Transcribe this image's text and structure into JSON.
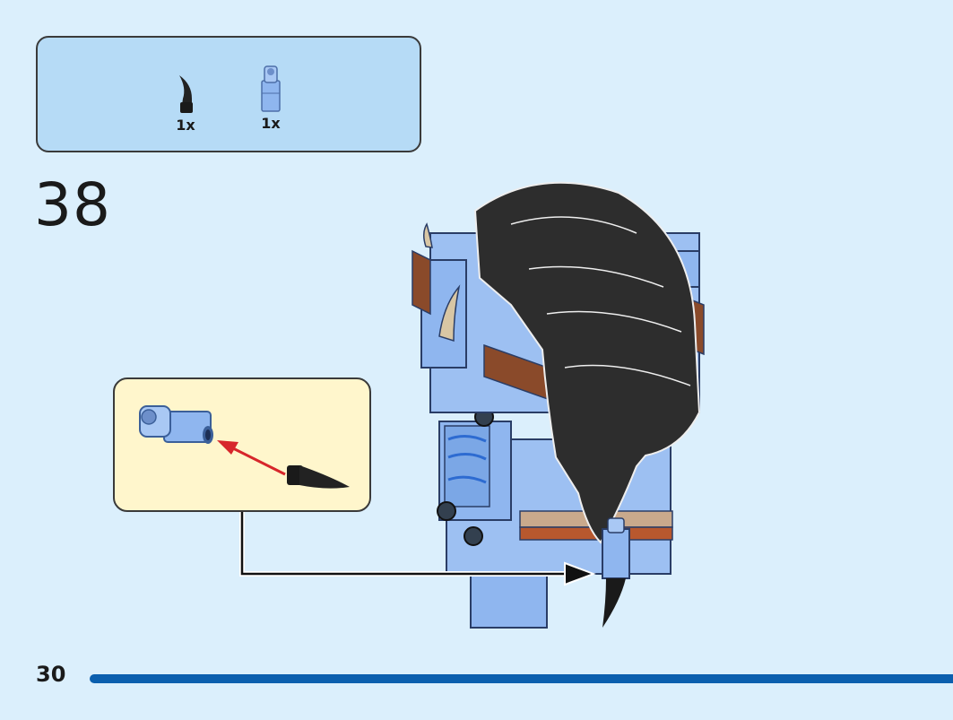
{
  "parts_list": {
    "items": [
      {
        "icon": "black-tail-tip-icon",
        "quantity": "1x"
      },
      {
        "icon": "blue-clip-connector-icon",
        "quantity": "1x"
      }
    ]
  },
  "step": {
    "number": "38"
  },
  "page": {
    "number": "30"
  },
  "colors": {
    "page_background": "#dbeffc",
    "parts_box": "#b6dbf6",
    "callout": "#fff6cc",
    "brick_blue": "#8fb6ef",
    "hair_black": "#2d2d2d",
    "leather_brown": "#8a4a2a",
    "arrow_red": "#d7262b",
    "progress_bar": "#0b5fae"
  }
}
